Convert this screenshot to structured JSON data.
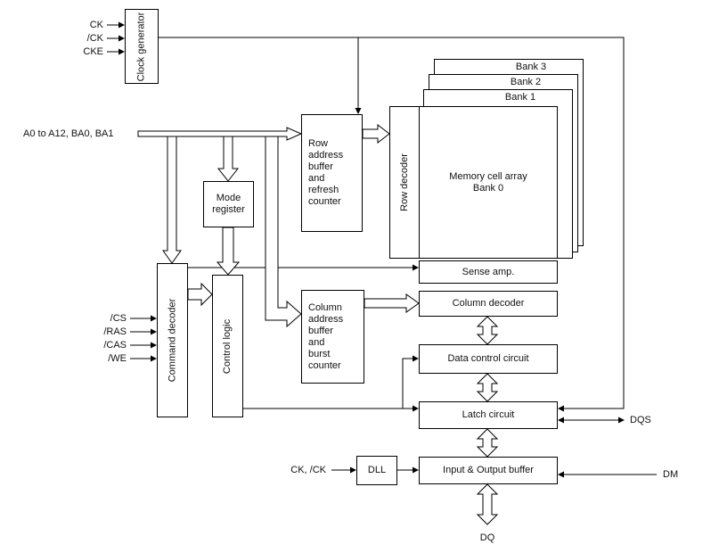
{
  "diagram": {
    "name": "DDR SDRAM simplified block diagram",
    "colors": {
      "line": "#000000",
      "background": "#ffffff"
    },
    "inputs": {
      "ck": "CK",
      "ckb": "/CK",
      "cke": "CKE",
      "address": "A0 to A12, BA0, BA1",
      "cs": "/CS",
      "ras": "/RAS",
      "cas": "/CAS",
      "we": "/WE",
      "dll_clock": "CK, /CK"
    },
    "io": {
      "dqs": "DQS",
      "dm": "DM",
      "dq": "DQ"
    },
    "blocks": {
      "clock_generator": "Clock generator",
      "mode_register": "Mode\nregister",
      "row_address_buffer": "Row\naddress\nbuffer\nand\nrefresh\ncounter",
      "command_decoder": "Command decoder",
      "control_logic": "Control logic",
      "column_address_buffer": "Column\naddress\nbuffer\nand\nburst\ncounter",
      "row_decoder": "Row decoder",
      "memory_array": "Memory cell array\nBank 0",
      "bank1": "Bank 1",
      "bank2": "Bank 2",
      "bank3": "Bank 3",
      "sense_amp": "Sense amp.",
      "column_decoder": "Column decoder",
      "data_control": "Data control circuit",
      "latch_circuit": "Latch circuit",
      "dll": "DLL",
      "io_buffer": "Input & Output buffer"
    }
  }
}
